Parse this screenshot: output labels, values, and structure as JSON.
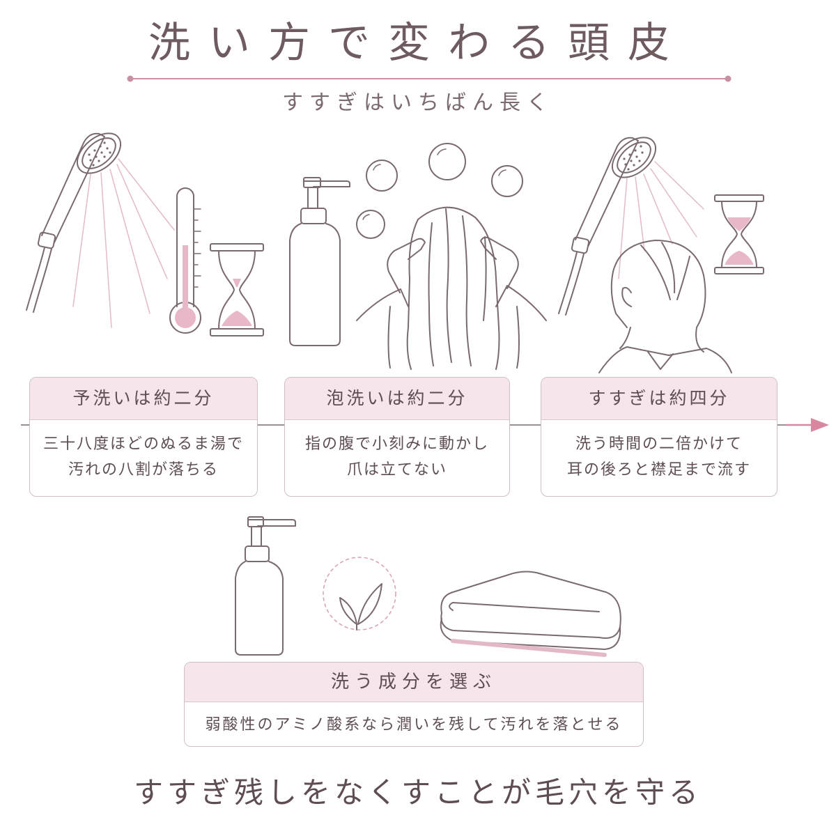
{
  "header": {
    "title": "洗い方で変わる頭皮",
    "subtitle": "すすぎはいちばん長く"
  },
  "steps": [
    {
      "label": "予洗いは約二分",
      "lines": [
        "三十八度ほどのぬるま湯で",
        "汚れの八割が落ちる"
      ]
    },
    {
      "label": "泡洗いは約二分",
      "lines": [
        "指の腹で小刻みに動かし",
        "爪は立てない"
      ]
    },
    {
      "label": "すすぎは約四分",
      "lines": [
        "洗う時間の二倍かけて",
        "耳の後ろと襟足まで流す"
      ]
    }
  ],
  "ingredients": {
    "label": "洗う成分を選ぶ",
    "text": "弱酸性のアミノ酸系なら潤いを残して汚れを落とせる"
  },
  "footer": {
    "text": "すすぎ残しをなくすことが毛穴を守る"
  },
  "colors": {
    "accent": "#c97f98",
    "line": "#7a6a6d",
    "header_fill": "#f6e6ec",
    "pink_fill": "#e9b8c8"
  },
  "icons": [
    "shower-head-icon",
    "thermometer-icon",
    "hourglass-icon",
    "pump-bottle-icon",
    "bubbles-icon",
    "woman-washing-hair-icon",
    "woman-rinsing-icon",
    "leaf-icon",
    "towel-icon",
    "arrow-right-icon"
  ]
}
